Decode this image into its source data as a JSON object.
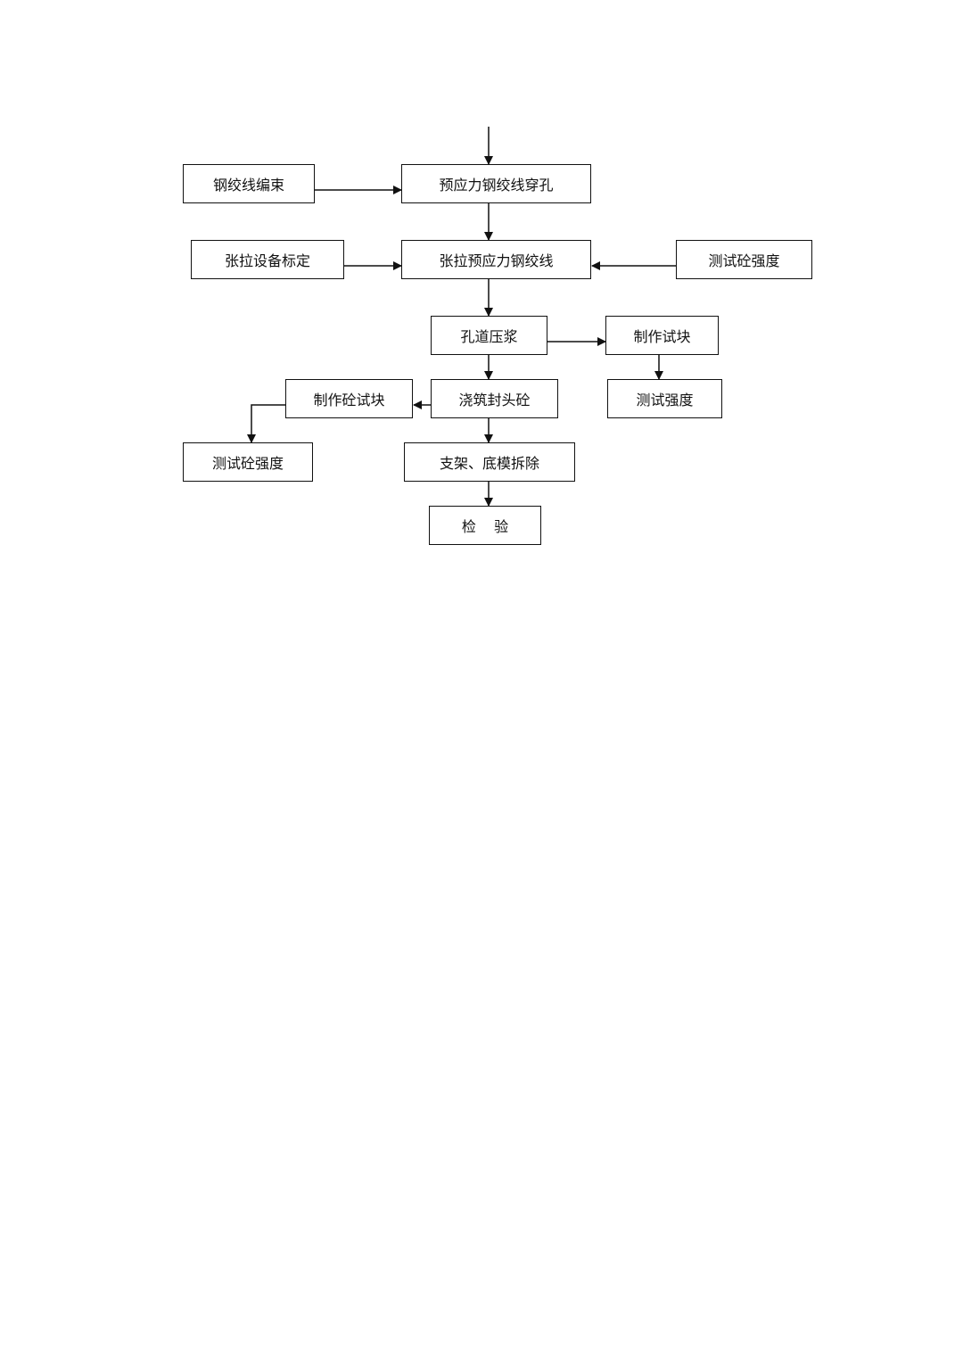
{
  "diagram": {
    "nodes": {
      "strand_bundling": "钢绞线编束",
      "prestress_threading": "预应力钢绞线穿孔",
      "jack_calibration": "张拉设备标定",
      "tensioning": "张拉预应力钢绞线",
      "test_concrete_strength_right": "测试砼强度",
      "duct_grouting": "孔道压浆",
      "make_test_block": "制作试块",
      "test_strength": "测试强度",
      "make_concrete_test_block": "制作砼试块",
      "pour_end_concrete": "浇筑封头砼",
      "test_concrete_strength_left": "测试砼强度",
      "remove_formwork": "支架、底模拆除",
      "inspection": "检    验"
    },
    "colors": {
      "line": "#111111",
      "background": "#ffffff"
    }
  }
}
